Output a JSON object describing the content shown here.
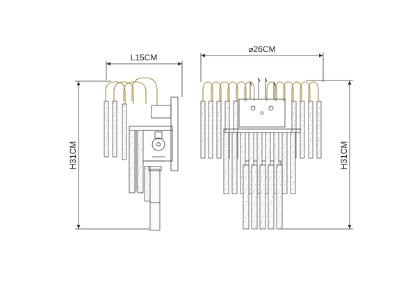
{
  "side_view": {
    "depth_label": "L15CM",
    "height_label": "H31CM"
  },
  "front_view": {
    "diameter_label": "⌀26CM",
    "height_label": "H31CM"
  },
  "colors": {
    "line": "#333333",
    "brass": "#a08a3c",
    "background": "#ffffff"
  }
}
